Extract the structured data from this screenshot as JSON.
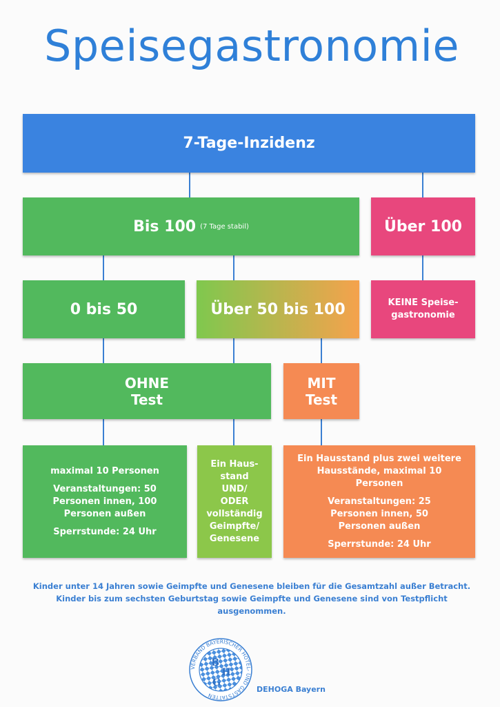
{
  "title": "Speisegastronomie",
  "levels": {
    "top": "7-Tage-Inzidenz",
    "bis100": "Bis 100",
    "bis100_note": "(7 Tage stabil)",
    "ueber100": "Über 100",
    "null_bis_50": "0 bis 50",
    "ueber50_bis_100": "Über 50 bis 100",
    "keine": "KEINE Speise- gastronomie",
    "ohne_line1": "OHNE",
    "ohne_line2": "Test",
    "mit_line1": "MIT",
    "mit_line2": "Test"
  },
  "rules": {
    "left": {
      "p1": "maximal 10 Personen",
      "p2": "Veranstaltungen: 50 Personen innen, 100 Personen außen",
      "p3": "Sperrstunde: 24 Uhr"
    },
    "middle": {
      "p1": "Ein Haus- stand UND/ ODER vollständig Geimpfte/ Genesene"
    },
    "right": {
      "p1": "Ein Hausstand plus zwei weitere Hausstände, maximal 10 Personen",
      "p2": "Veranstaltungen: 25 Personen innen, 50 Personen außen",
      "p3": "Sperrstunde: 24 Uhr"
    }
  },
  "notes": {
    "line1": "Kinder unter 14 Jahren sowie Geimpfte und Genesene bleiben für die Gesamtzahl außer Betracht.",
    "line2": "Kinder bis zum sechsten Geburtstag sowie Geimpfte und Genesene sind von Testpflicht ausgenommen."
  },
  "logo": {
    "ring_text": "VERBAND BAYERISCHER HOTEL- UND GASTSTÄTTEN",
    "letters": "BHG",
    "caption": "DEHOGA Bayern"
  },
  "colors": {
    "blue": "#3a83e0",
    "green": "#52b95d",
    "pink": "#e8477d",
    "orange": "#f58a53"
  }
}
